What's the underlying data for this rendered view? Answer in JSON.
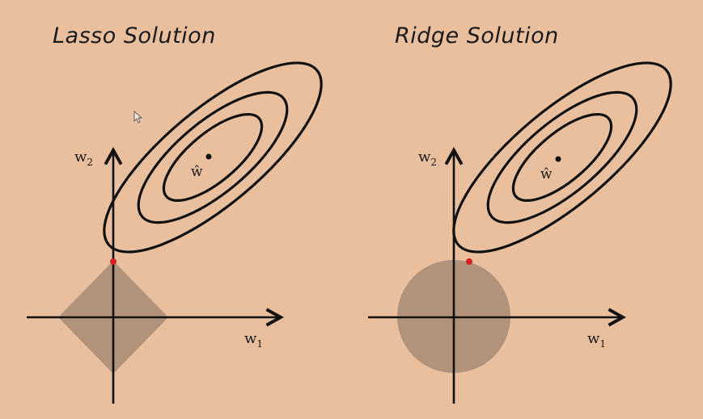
{
  "colors": {
    "background": "#e9bf9d",
    "constraint_region": "#a78a76",
    "solution_point": "#d42020",
    "ink": "#111111"
  },
  "panels": [
    {
      "title": "Lasso Solution",
      "constraint_shape": "diamond",
      "estimate_label": "ŵ",
      "x_axis": {
        "symbol": "w",
        "subscript": "1"
      },
      "y_axis": {
        "symbol": "w",
        "subscript": "2"
      }
    },
    {
      "title": "Ridge Solution",
      "constraint_shape": "circle",
      "estimate_label": "ŵ",
      "x_axis": {
        "symbol": "w",
        "subscript": "1"
      },
      "y_axis": {
        "symbol": "w",
        "subscript": "2"
      }
    }
  ],
  "icons": [
    "mouse-cursor-icon"
  ]
}
